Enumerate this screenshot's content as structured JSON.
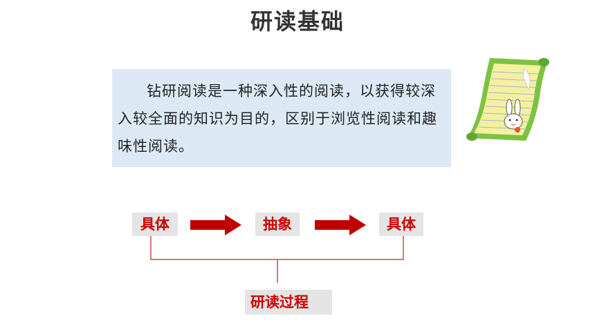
{
  "title": "研读基础",
  "paragraph": "钻研阅读是一种深入性的阅读，以获得较深入较全面的知识为目的，区别于浏览性阅读和趣味性阅读。",
  "flow": {
    "steps": [
      "具体",
      "抽象",
      "具体"
    ],
    "process_label": "研读过程"
  },
  "colors": {
    "accent": "#cc0000",
    "box_fill": "#dce9f5",
    "label_fill": "#e4e4e4",
    "title_text": "#333333"
  },
  "icons": {
    "illustration": "scroll-rabbit-icon",
    "arrow": "arrow-right-icon"
  }
}
